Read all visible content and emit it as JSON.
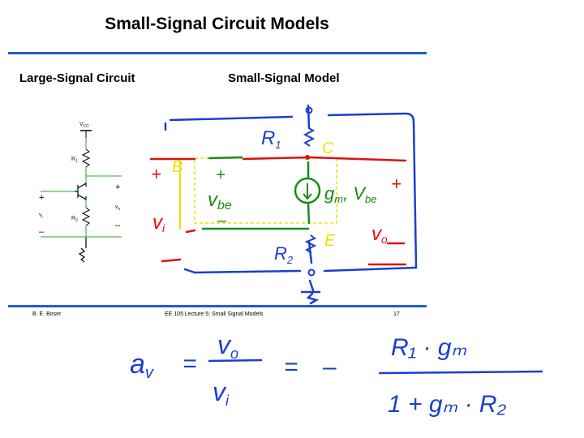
{
  "title": "Small-Signal Circuit Models",
  "subtitles": {
    "left": "Large-Signal Circuit",
    "right": "Small-Signal Model"
  },
  "schematic_labels": {
    "vcc": "V",
    "vcc_sub": "CC",
    "r1": "R",
    "r1_sub": "1",
    "r2": "R",
    "r2_sub": "2",
    "vi": "v",
    "vi_sub": "i",
    "vo": "v",
    "vo_sub": "o",
    "plus": "+",
    "minus": "–"
  },
  "annotations": {
    "node_b": "B",
    "node_c": "C",
    "node_e": "E",
    "r1": "R",
    "r1_sub": "1",
    "r2": "R",
    "r2_sub": "2",
    "vbe": "v",
    "vbe_sub": "be",
    "gm": "g",
    "gm_sub": "m",
    "gm_vbe": "V",
    "gm_vbe_sub": "be",
    "vi": "v",
    "vi_sub": "i",
    "vo": "v",
    "vo_sub": "o",
    "plus": "+",
    "minus": "–"
  },
  "equation": {
    "lhs": "a",
    "lhs_sub": "v",
    "eq": "=",
    "num": "v",
    "num_sub": "o",
    "den": "v",
    "den_sub": "i",
    "approx": "=",
    "neg": "–",
    "rhs_num": "R₁ · gₘ",
    "rhs_den": "1 + gₘ · R₂"
  },
  "footer": {
    "author": "B. E. Boser",
    "lecture": "EE 105 Lecture 5: Small Signal Models",
    "page": "17"
  },
  "colors": {
    "rule_blue": "#1f5fcf",
    "ink_blue": "#1a3fd0",
    "ink_red": "#e01010",
    "ink_green": "#1a8a1a",
    "ink_yellow": "#f0e000",
    "schematic_green": "#22aa22"
  }
}
